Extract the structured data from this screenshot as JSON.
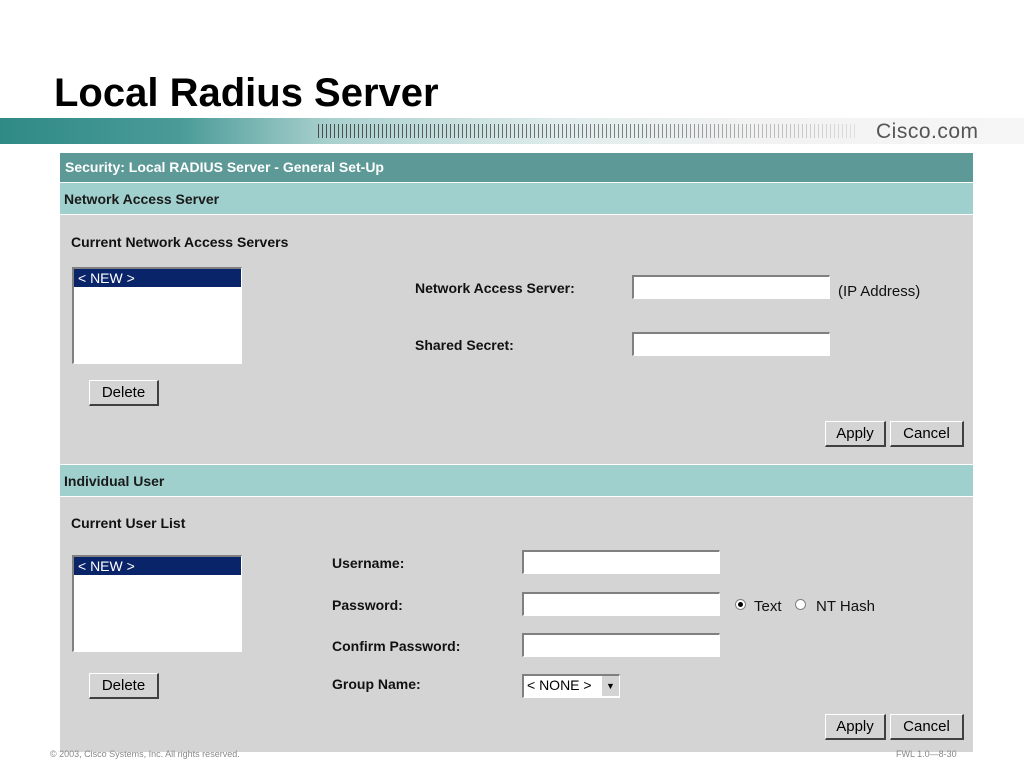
{
  "slide": {
    "title": "Local Radius Server",
    "brand": "Cisco.com",
    "footer_left": "© 2003, Cisco Systems, Inc. All rights reserved.",
    "footer_right": "FWL 1.0—8-30"
  },
  "panel": {
    "title": "Security: Local RADIUS Server - General Set-Up"
  },
  "nas": {
    "section_title": "Network Access Server",
    "list_title": "Current Network Access Servers",
    "list_items": [
      "< NEW >"
    ],
    "delete_label": "Delete",
    "server_label": "Network Access Server:",
    "server_value": "",
    "server_hint": "(IP Address)",
    "secret_label": "Shared Secret:",
    "secret_value": "",
    "apply_label": "Apply",
    "cancel_label": "Cancel"
  },
  "user": {
    "section_title": "Individual User",
    "list_title": "Current User List",
    "list_items": [
      "< NEW >"
    ],
    "delete_label": "Delete",
    "username_label": "Username:",
    "username_value": "",
    "password_label": "Password:",
    "password_value": "",
    "password_format_options": [
      {
        "label": "Text",
        "selected": true
      },
      {
        "label": "NT Hash",
        "selected": false
      }
    ],
    "confirm_label": "Confirm Password:",
    "confirm_value": "",
    "group_label": "Group Name:",
    "group_value": "< NONE >",
    "apply_label": "Apply",
    "cancel_label": "Cancel"
  },
  "colors": {
    "panel_header": "#5c9997",
    "section_bar": "#9fd0cd",
    "panel_bg": "#d4d4d4",
    "list_selection": "#0a246a"
  },
  "icons": {
    "select_arrow": "dropdown-arrow-icon",
    "barcode": "cisco-barcode-icon"
  }
}
